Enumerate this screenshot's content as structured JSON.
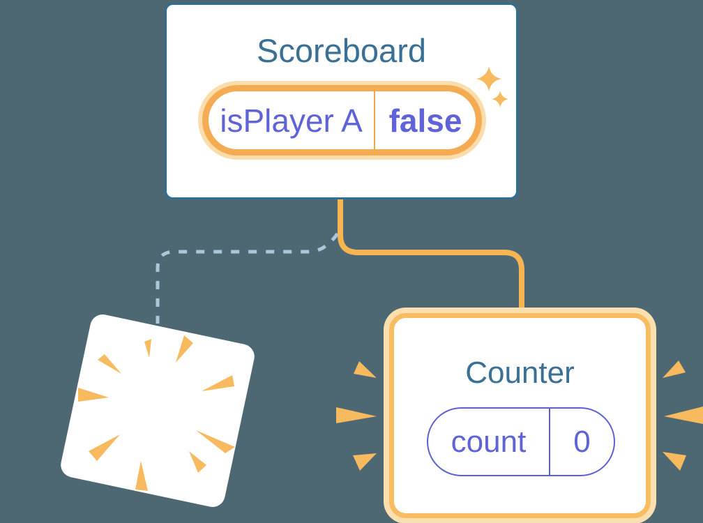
{
  "scoreboard": {
    "title": "Scoreboard",
    "state": {
      "key": "isPlayer A",
      "value": "false"
    }
  },
  "counter": {
    "title": "Counter",
    "state": {
      "key": "count",
      "value": "0"
    }
  },
  "icons": {
    "sparkles-icon": "two four-point stars marking preserved state",
    "poof-burst-icon": "radial burst rays marking destroyed component",
    "emphasis-rays-icon": "triangular emphasis dashes around new component"
  },
  "colors": {
    "background": "#4d6873",
    "card_background": "#ffffff",
    "component_border_blue": "#2e6f93",
    "component_title_blue": "#3a7095",
    "state_text_purple": "#5e63d8",
    "state_pill_border_purple": "#5b61d5",
    "highlight_orange": "#f6b551",
    "highlight_halo_orange": "#fcdfae",
    "destroyed_dash_blue": "#aac7db",
    "burst_orange": "#f7ba5e"
  }
}
